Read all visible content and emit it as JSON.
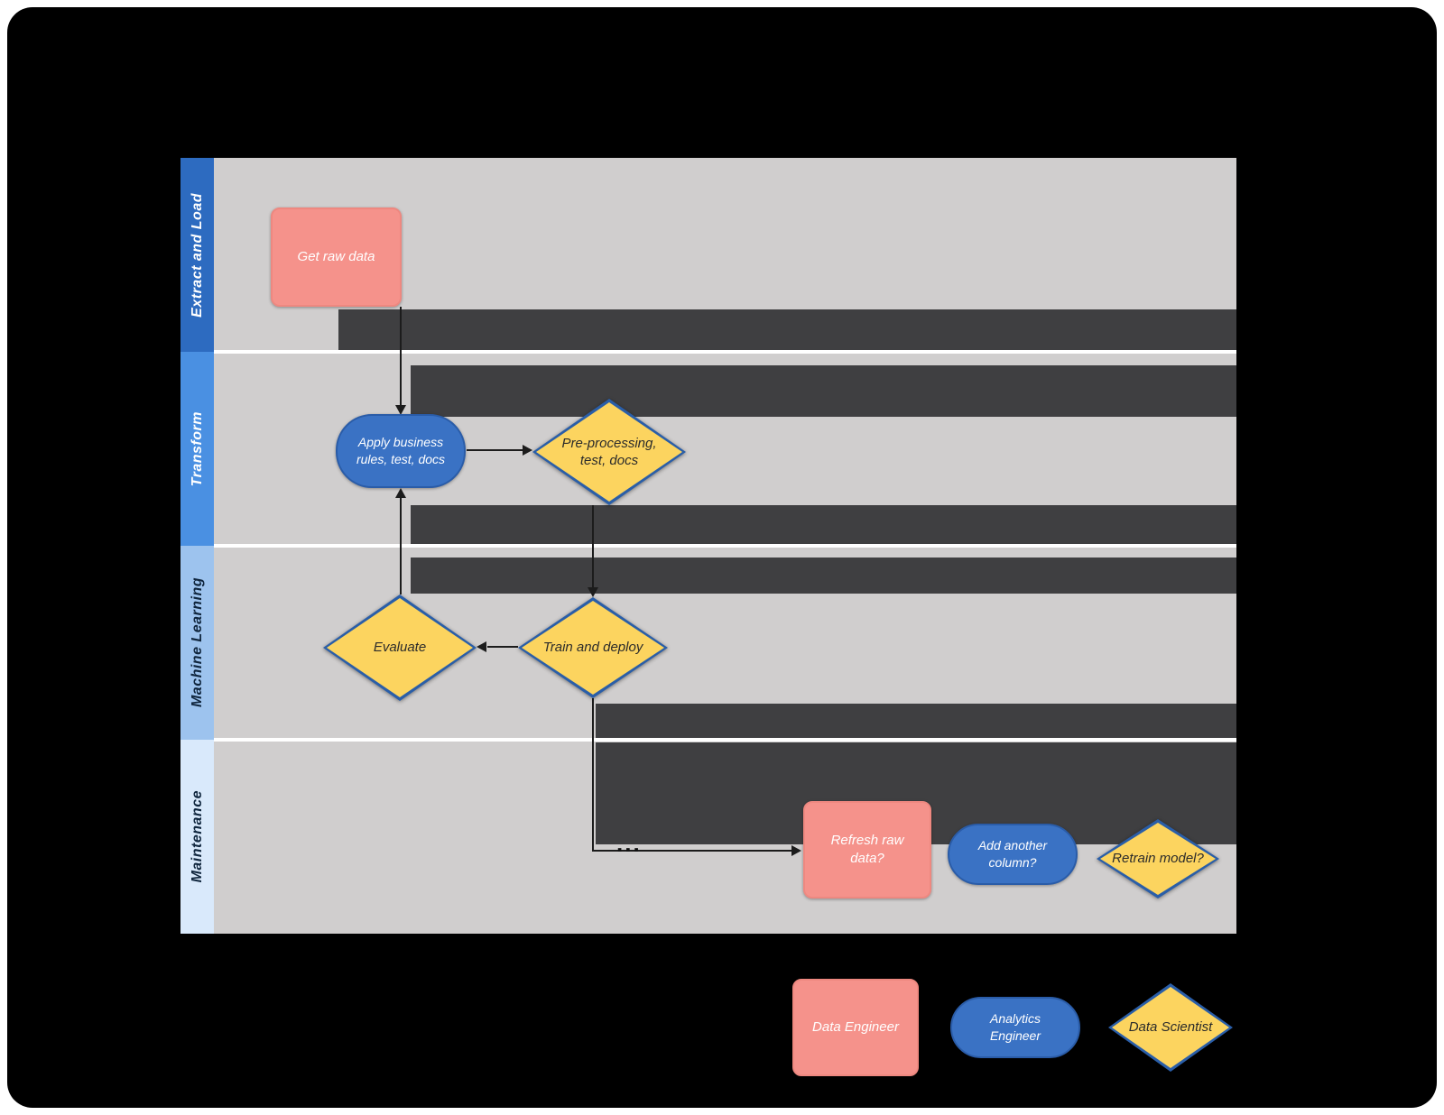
{
  "diagram": {
    "lanes": [
      {
        "label": "Extract and Load",
        "header_color": "#2d6bc0",
        "text_color": "#ffffff"
      },
      {
        "label": "Transform",
        "header_color": "#4a90e2",
        "text_color": "#ffffff"
      },
      {
        "label": "Machine Learning",
        "header_color": "#9dc3ee",
        "text_color": "#10263e"
      },
      {
        "label": "Maintenance",
        "header_color": "#d9e9fb",
        "text_color": "#10263e"
      }
    ],
    "shapes": {
      "get_raw_data": {
        "label": "Get raw data",
        "type": "process",
        "color": "#f5928b"
      },
      "apply_business_rules": {
        "label": "Apply business rules, test, docs",
        "type": "rounded",
        "color": "#3a72c4"
      },
      "preprocessing": {
        "label": "Pre-processing, test, docs",
        "type": "decision",
        "color": "#fcd45f"
      },
      "evaluate": {
        "label": "Evaluate",
        "type": "decision",
        "color": "#fcd45f"
      },
      "train_deploy": {
        "label": "Train and deploy",
        "type": "decision",
        "color": "#fcd45f"
      },
      "refresh_raw_data": {
        "label": "Refresh raw data?",
        "type": "process",
        "color": "#f5928b"
      },
      "add_another_column": {
        "label": "Add another column?",
        "type": "rounded",
        "color": "#3a72c4"
      },
      "retrain_model": {
        "label": "Retrain model?",
        "type": "decision",
        "color": "#fcd45f"
      }
    },
    "connectors": {
      "maintenance_ellipsis": "..."
    },
    "legend": {
      "data_engineer": {
        "label": "Data Engineer",
        "color": "#f5928b"
      },
      "analytics_engineer": {
        "label": "Analytics Engineer",
        "color": "#3a72c4"
      },
      "data_scientist": {
        "label": "Data Scientist",
        "color": "#fcd45f"
      }
    },
    "colors": {
      "lane_body": "#d0cece",
      "dark_band": "#3f3f41",
      "background": "#000000",
      "connector": "#1c1c1c"
    }
  }
}
